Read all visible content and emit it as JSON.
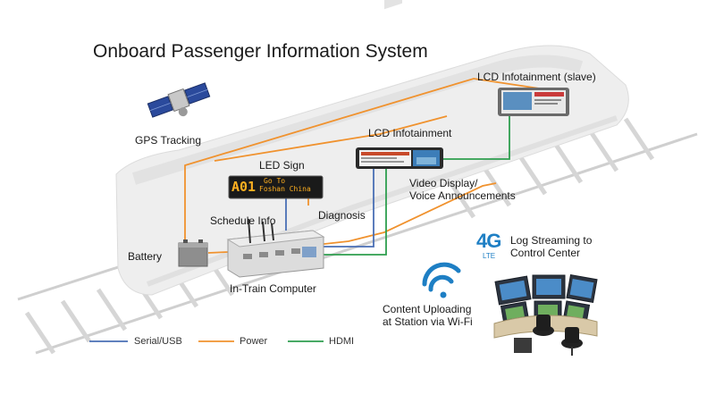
{
  "title": "Onboard Passenger Information System",
  "labels": {
    "gps": "GPS Tracking",
    "led_sign": "LED Sign",
    "led_text_1": "A01",
    "led_text_2": "Go To",
    "led_text_3": "Foshan China",
    "lcd": "LCD Infotainment",
    "lcd_slave": "LCD Infotainment (slave)",
    "video_1": "Video Display/",
    "video_2": "Voice Announcements",
    "schedule": "Schedule Info",
    "diagnosis": "Diagnosis",
    "battery": "Battery",
    "computer": "In-Train Computer",
    "lte_4g": "4G",
    "lte": "LTE",
    "log_1": "Log Streaming to",
    "log_2": "Control Center",
    "wifi_1": "Content Uploading",
    "wifi_2": "at Station via Wi-Fi"
  },
  "legend": [
    {
      "label": "Serial/USB",
      "color": "#4a6fb5"
    },
    {
      "label": "Power",
      "color": "#f0922e"
    },
    {
      "label": "HDMI",
      "color": "#2e9e4f"
    }
  ],
  "colors": {
    "serial": "#4a6fb5",
    "power": "#f0922e",
    "hdmi": "#2e9e4f",
    "accent": "#1e7fc4"
  }
}
